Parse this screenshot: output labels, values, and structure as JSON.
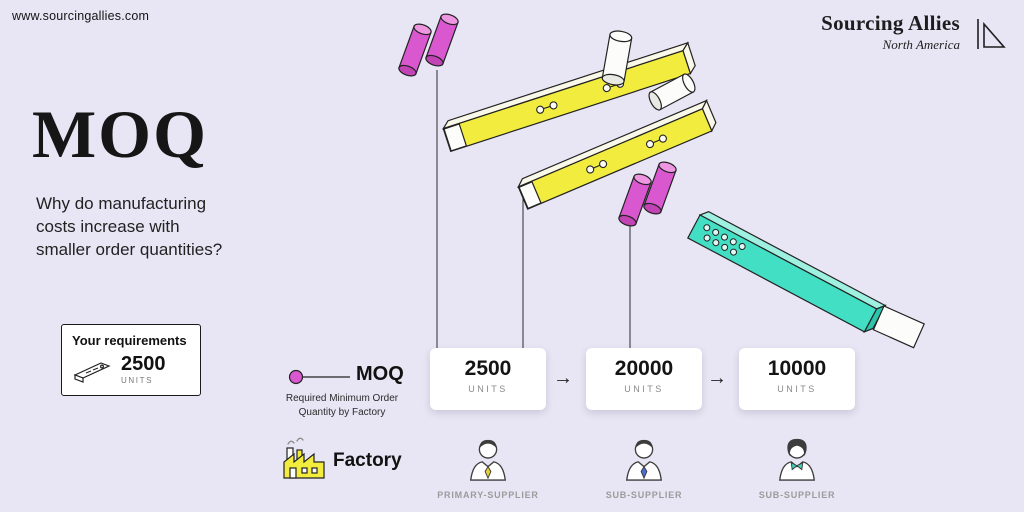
{
  "header": {
    "website": "www.sourcingallies.com",
    "brand": "Sourcing Allies",
    "region": "North America"
  },
  "intro": {
    "title": "MOQ",
    "question": "Why do manufacturing costs increase with smaller order quantities?"
  },
  "requirements": {
    "title": "Your requirements",
    "quantity": "2500",
    "units": "UNITS"
  },
  "legend": {
    "moq_label": "MOQ",
    "moq_description": "Required Minimum Order Quantity by Factory",
    "factory_label": "Factory"
  },
  "flow": {
    "arrow": "→",
    "cards": [
      {
        "quantity": "2500",
        "units": "UNITS",
        "supplier": "PRIMARY-SUPPLIER"
      },
      {
        "quantity": "20000",
        "units": "UNITS",
        "supplier": "SUB-SUPPLIER"
      },
      {
        "quantity": "10000",
        "units": "UNITS",
        "supplier": "SUB-SUPPLIER"
      }
    ]
  },
  "colors": {
    "background": "#e8e6f4",
    "ink": "#222222",
    "magenta": "#d957cf",
    "magenta-light": "#ef96e2",
    "magenta-dark": "#c143b4",
    "yellow": "#f2ec3f",
    "cream": "#faf8e8",
    "teal": "#43dfc5",
    "teal-light": "#9ef0e0",
    "teal-dark": "#2cc4ab",
    "tie-primary": "#e8cf3a",
    "tie-sub-blue": "#4a6fd4",
    "tie-sub-teal": "#3fd4bd"
  }
}
